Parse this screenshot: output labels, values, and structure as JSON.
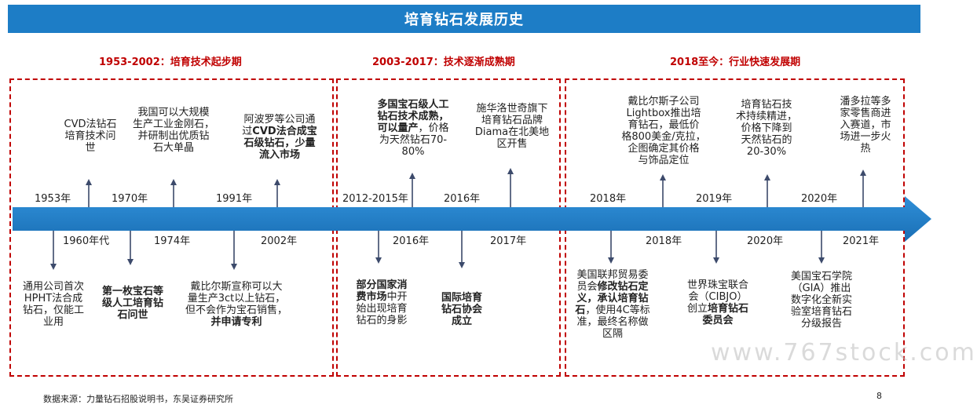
{
  "title": "培育钻石发展历史",
  "eras": [
    {
      "label": "1953-2002：培育技术起步期"
    },
    {
      "label": "2003-2017：技术逐渐成熟期"
    },
    {
      "label": "2018至今：行业快速发展期"
    }
  ],
  "events": [
    {
      "year": "1953年",
      "lines": [
        [
          {
            "t": "通用公司首次"
          }
        ],
        [
          {
            "t": "HPHT法合成"
          }
        ],
        [
          {
            "t": "钻石，仅能工"
          }
        ],
        [
          {
            "t": "业用"
          }
        ]
      ]
    },
    {
      "year": "1960年代",
      "lines": [
        [
          {
            "t": "CVD法钻石"
          }
        ],
        [
          {
            "t": "培育技术问"
          }
        ],
        [
          {
            "t": "世"
          }
        ]
      ]
    },
    {
      "year": "1970年",
      "lines": [
        [
          {
            "t": "第一枚宝石等",
            "b": true
          }
        ],
        [
          {
            "t": "级人工培育钻",
            "b": true
          }
        ],
        [
          {
            "t": "石问世",
            "b": true
          }
        ]
      ]
    },
    {
      "year": "1974年",
      "lines": [
        [
          {
            "t": "我国可以大规模"
          }
        ],
        [
          {
            "t": "生产工业金刚石，"
          }
        ],
        [
          {
            "t": "并研制出优质钻"
          }
        ],
        [
          {
            "t": "石大单晶"
          }
        ]
      ]
    },
    {
      "year": "1991年",
      "lines": [
        [
          {
            "t": "戴比尔斯宣称可以大"
          }
        ],
        [
          {
            "t": "量生产3ct以上钻石，"
          }
        ],
        [
          {
            "t": "但不会作为宝石销售，"
          }
        ],
        [
          {
            "t": "并申请专利",
            "b": true
          }
        ]
      ]
    },
    {
      "year": "2002年",
      "lines": [
        [
          {
            "t": "阿波罗等公司通"
          }
        ],
        [
          {
            "t": "过"
          },
          {
            "t": "CVD法合成宝",
            "b": true
          }
        ],
        [
          {
            "t": "石级钻石，少量",
            "b": true
          }
        ],
        [
          {
            "t": "流入市场",
            "b": true
          }
        ]
      ]
    },
    {
      "year": "2012-2015年",
      "lines": [
        [
          {
            "t": "部分国家消",
            "b": true
          }
        ],
        [
          {
            "t": "费市场",
            "b": true
          },
          {
            "t": "中开"
          }
        ],
        [
          {
            "t": "始出现培育"
          }
        ],
        [
          {
            "t": "钻石的身影"
          }
        ]
      ]
    },
    {
      "year": "2016年",
      "lines": [
        [
          {
            "t": "多国宝石级人工",
            "b": true
          }
        ],
        [
          {
            "t": "钻石技术成熟，",
            "b": true
          }
        ],
        [
          {
            "t": "可以量产",
            "b": true
          },
          {
            "t": "，价格"
          }
        ],
        [
          {
            "t": "为天然钻石70-"
          }
        ],
        [
          {
            "t": "80%"
          }
        ]
      ]
    },
    {
      "year": "2016年",
      "lines": [
        [
          {
            "t": "国际培育",
            "b": true
          }
        ],
        [
          {
            "t": "钻石协会",
            "b": true
          }
        ],
        [
          {
            "t": "成立",
            "b": true
          }
        ]
      ]
    },
    {
      "year": "2017年",
      "lines": [
        [
          {
            "t": "施华洛世奇旗下"
          }
        ],
        [
          {
            "t": "培育钻石品牌"
          }
        ],
        [
          {
            "t": "Diama在北美地"
          }
        ],
        [
          {
            "t": "区开售"
          }
        ]
      ]
    },
    {
      "year": "2018年",
      "lines": [
        [
          {
            "t": "美国联邦贸易委"
          }
        ],
        [
          {
            "t": "员会"
          },
          {
            "t": "修改钻石定",
            "b": true
          }
        ],
        [
          {
            "t": "义，承认培育钻",
            "b": true
          }
        ],
        [
          {
            "t": "石",
            "b": true
          },
          {
            "t": "，使用4C等标"
          }
        ],
        [
          {
            "t": "准，最终名称做"
          }
        ],
        [
          {
            "t": "区隔"
          }
        ]
      ]
    },
    {
      "year": "2018年",
      "lines": [
        [
          {
            "t": "戴比尔斯子公司"
          }
        ],
        [
          {
            "t": "Lightbox推出培"
          }
        ],
        [
          {
            "t": "育钻石，最低价"
          }
        ],
        [
          {
            "t": "格800美金/克拉，"
          }
        ],
        [
          {
            "t": "企图确定其价格"
          }
        ],
        [
          {
            "t": "与饰品定位"
          }
        ]
      ]
    },
    {
      "year": "2019年",
      "lines": [
        [
          {
            "t": "世界珠宝联合"
          }
        ],
        [
          {
            "t": "会（CIBJO）"
          }
        ],
        [
          {
            "t": "创立"
          },
          {
            "t": "培育钻石",
            "b": true
          }
        ],
        [
          {
            "t": "委员会",
            "b": true
          }
        ]
      ]
    },
    {
      "year": "2020年",
      "lines": [
        [
          {
            "t": "培育钻石技"
          }
        ],
        [
          {
            "t": "术持续精进，"
          }
        ],
        [
          {
            "t": "价格下降到"
          }
        ],
        [
          {
            "t": "天然钻石的"
          }
        ],
        [
          {
            "t": "20-30%"
          }
        ]
      ]
    },
    {
      "year": "2020年",
      "lines": [
        [
          {
            "t": "美国宝石学院"
          }
        ],
        [
          {
            "t": "（GIA）推出"
          }
        ],
        [
          {
            "t": "数字化全新实"
          }
        ],
        [
          {
            "t": "验室培育钻石"
          }
        ],
        [
          {
            "t": "分级报告"
          }
        ]
      ]
    },
    {
      "year": "2021年",
      "lines": [
        [
          {
            "t": "潘多拉等多"
          }
        ],
        [
          {
            "t": "家零售商进"
          }
        ],
        [
          {
            "t": "入赛道，市"
          }
        ],
        [
          {
            "t": "场进一步火"
          }
        ],
        [
          {
            "t": "热"
          }
        ]
      ]
    }
  ],
  "footer": {
    "source": "数据来源：力量钻石招股说明书，东吴证券研究所",
    "page": "8"
  },
  "watermark": "www.767stock.com",
  "colors": {
    "accent": "#1d7dc6",
    "border": "#c00000",
    "arrow": "#3c4a6b"
  }
}
